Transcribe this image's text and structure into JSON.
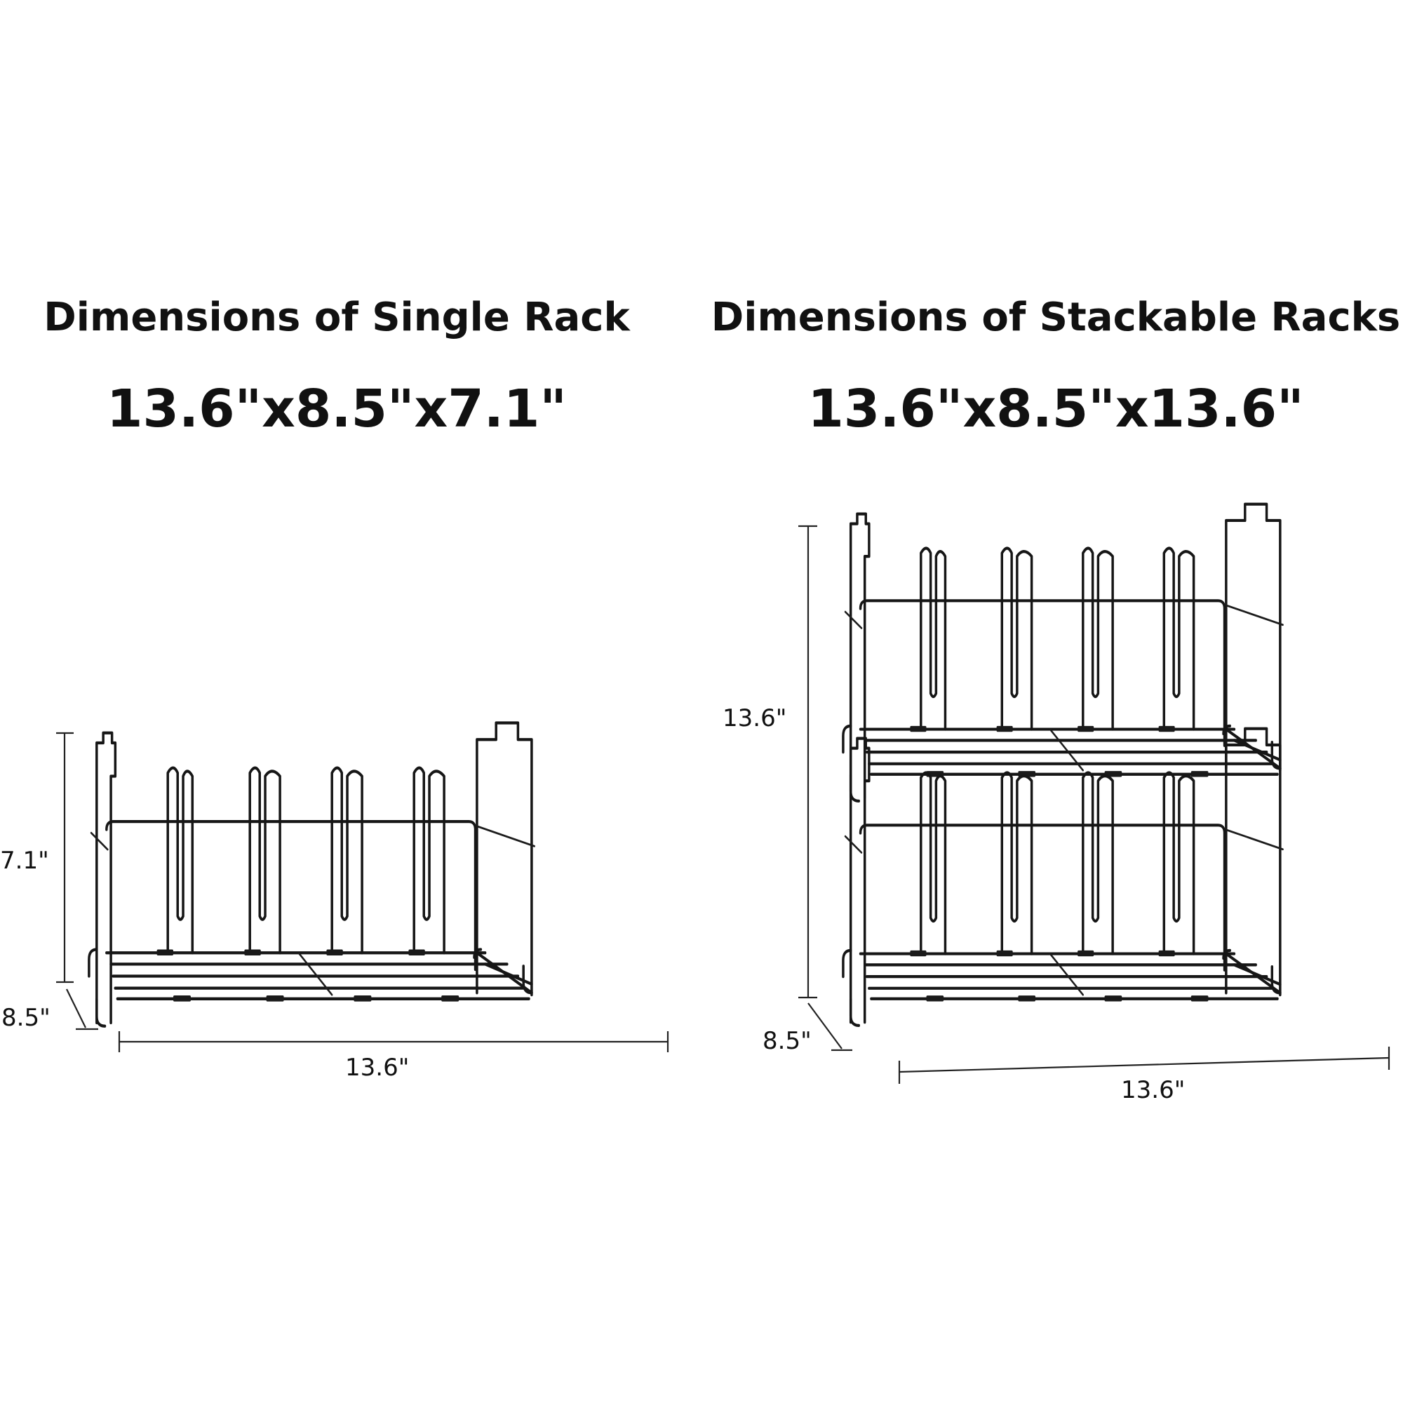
{
  "single": {
    "title": "Dimensions of Single Rack",
    "dims": "13.6\"x8.5\"x7.1\"",
    "height_label": "7.1\"",
    "depth_label": "8.5\"",
    "width_label": "13.6\""
  },
  "stackable": {
    "title": "Dimensions of Stackable Racks",
    "dims": "13.6\"x8.5\"x13.6\"",
    "height_label": "13.6\"",
    "depth_label": "8.5\"",
    "width_label": "13.6\""
  }
}
